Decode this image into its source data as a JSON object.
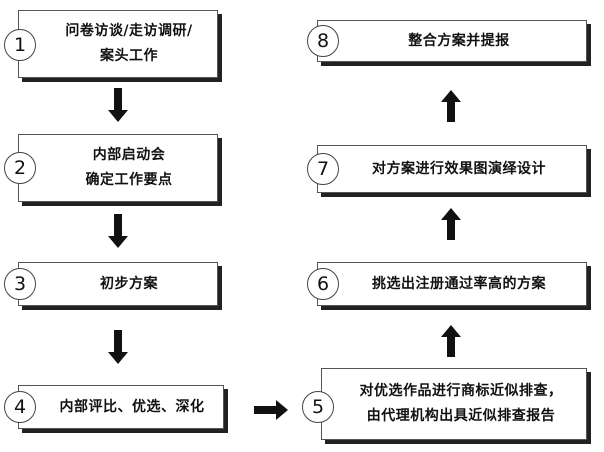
{
  "steps": [
    {
      "number": "1",
      "lines": [
        "问卷访谈/走访调研/",
        "案头工作"
      ]
    },
    {
      "number": "2",
      "lines": [
        "内部启动会",
        "确定工作要点"
      ]
    },
    {
      "number": "3",
      "lines": [
        "初步方案"
      ]
    },
    {
      "number": "4",
      "lines": [
        "内部评比、优选、深化"
      ]
    },
    {
      "number": "5",
      "lines": [
        "对优选作品进行商标近似排查，",
        "由代理机构出具近似排查报告"
      ]
    },
    {
      "number": "6",
      "lines": [
        "挑选出注册通过率高的方案"
      ]
    },
    {
      "number": "7",
      "lines": [
        "对方案进行效果图演绎设计"
      ]
    },
    {
      "number": "8",
      "lines": [
        "整合方案并提报"
      ]
    }
  ],
  "colors": {
    "background": "#ffffff",
    "box_border": "#555555",
    "box_shadow": "#222222",
    "arrow": "#111111",
    "text": "#111111"
  }
}
